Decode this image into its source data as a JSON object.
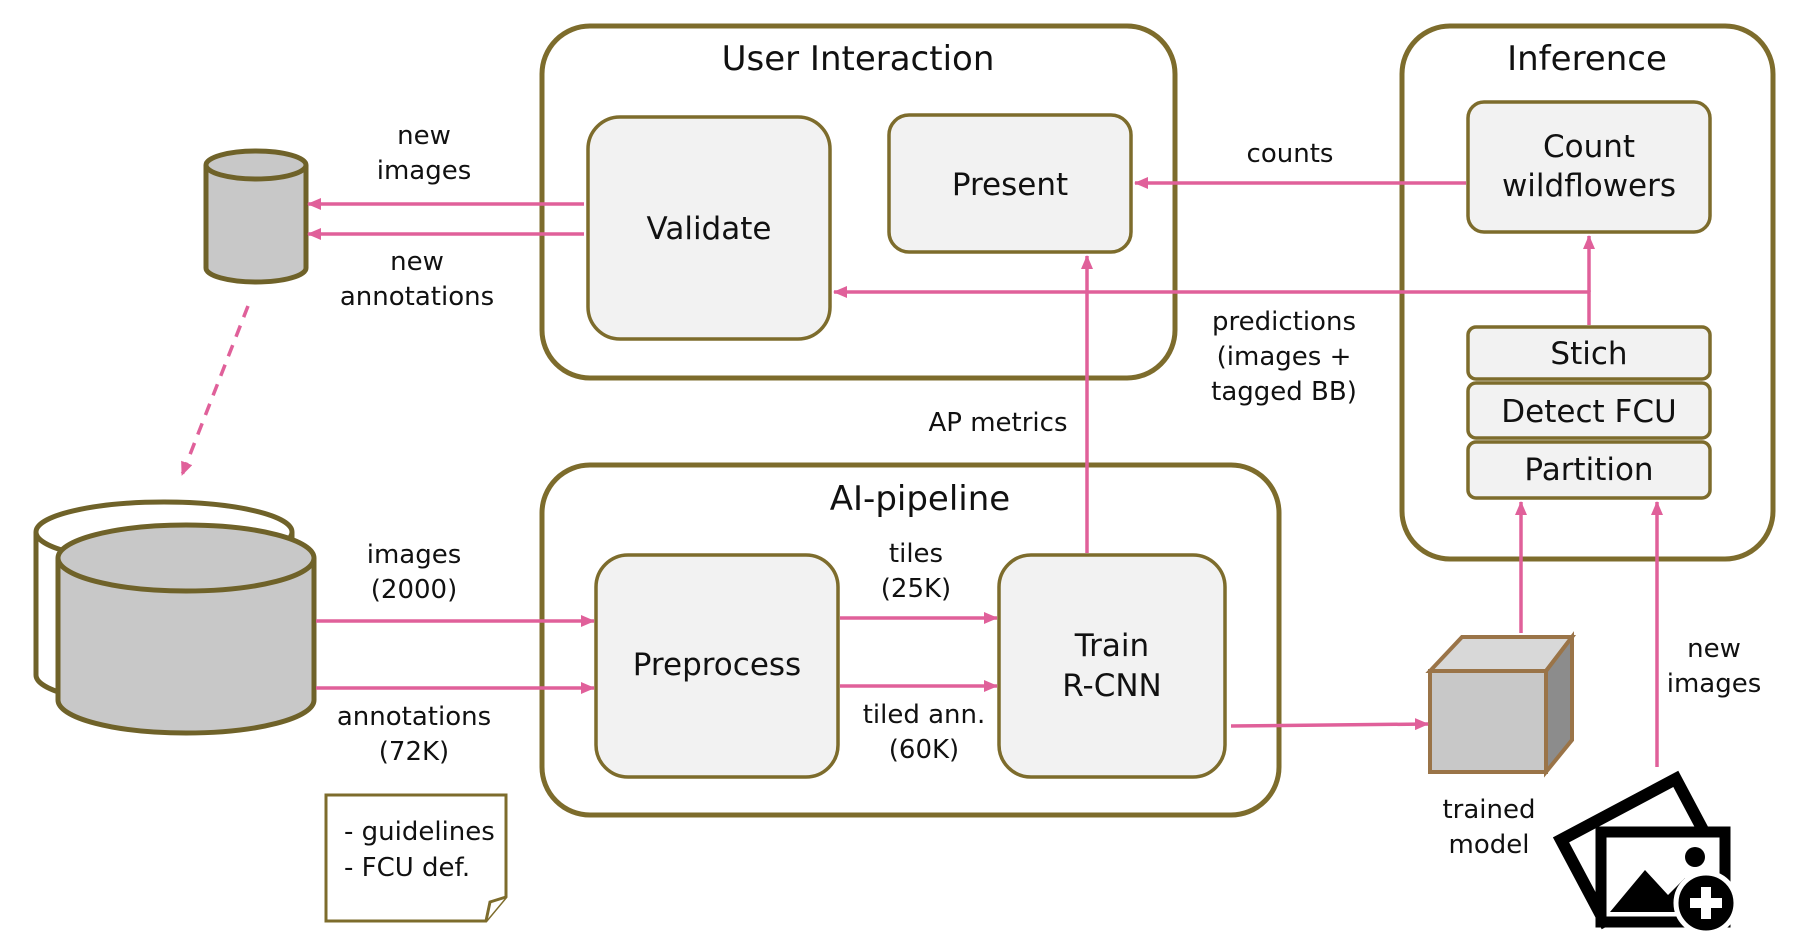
{
  "colors": {
    "group_border": "#7d6c2c",
    "node_fill": "#f2f2f2",
    "arrow": "#e0609a",
    "database_fill": "#c8c8c8",
    "model_border": "#9a7448"
  },
  "groups": {
    "user_interaction": "User Interaction",
    "inference": "Inference",
    "ai_pipeline": "AI-pipeline"
  },
  "nodes": {
    "validate": "Validate",
    "present": "Present",
    "count_line1": "Count",
    "count_line2": "wildflowers",
    "stich": "Stich",
    "detect_fcu": "Detect FCU",
    "partition": "Partition",
    "preprocess": "Preprocess",
    "train_line1": "Train",
    "train_line2": "R-CNN"
  },
  "labels": {
    "new_images_top": [
      "new",
      "images"
    ],
    "new_annotations": [
      "new",
      "annotations"
    ],
    "counts": "counts",
    "predictions": [
      "predictions",
      "(images +",
      "tagged BB)"
    ],
    "ap_metrics": "AP metrics",
    "images_2000": [
      "images",
      "(2000)"
    ],
    "annotations_72k": [
      "annotations",
      "(72K)"
    ],
    "tiles_25k": [
      "tiles",
      "(25K)"
    ],
    "tiled_ann_60k": [
      "tiled ann.",
      "(60K)"
    ],
    "trained_model": [
      "trained",
      "model"
    ],
    "new_images_right": [
      "new",
      "images"
    ]
  },
  "note": [
    "- guidelines",
    "- FCU def."
  ],
  "icons": {
    "small_database": "database-icon",
    "large_database": "database-stack-icon",
    "trained_model": "cube-icon",
    "new_images": "add-image-icon",
    "note": "document-note-icon"
  }
}
